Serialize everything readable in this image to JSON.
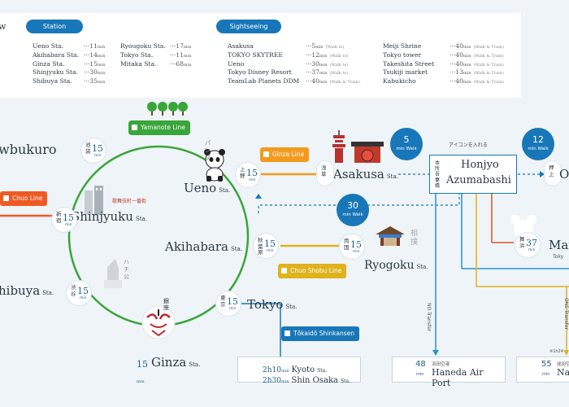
{
  "legend": {
    "w_fragment": "w",
    "station_pill": "Station",
    "sightseeing_pill": "Sightseeing",
    "station_rows": [
      {
        "name": "Ueno Sta.",
        "time": "11",
        "unit": "min"
      },
      {
        "name": "Akihabara Sta.",
        "time": "14",
        "unit": "min"
      },
      {
        "name": "Ginza Sta.",
        "time": "15",
        "unit": "min"
      },
      {
        "name": "Shinjyuku Sta.",
        "time": "30",
        "unit": "min"
      },
      {
        "name": "Shibuya Sta.",
        "time": "35",
        "unit": "min"
      },
      {
        "name": "Ryougoku Sta.",
        "time": "17",
        "unit": "min"
      },
      {
        "name": "Tokyo Sta.",
        "time": "11",
        "unit": "min"
      },
      {
        "name": "Mitaka Sta.",
        "time": "68",
        "unit": "min"
      }
    ],
    "sight_rows": [
      {
        "name": "Asakusa",
        "time": "5",
        "unit": "min",
        "mode": "(Walk to)"
      },
      {
        "name": "TOKYO SKYTREE",
        "time": "12",
        "unit": "min",
        "mode": "(Walk to)"
      },
      {
        "name": "Ueno",
        "time": "30",
        "unit": "min",
        "mode": "(Walk to)"
      },
      {
        "name": "Tokyo Disney Resort",
        "time": "37",
        "unit": "min",
        "mode": "(Walk to)"
      },
      {
        "name": "TeamLab Planets DDM",
        "time": "40",
        "unit": "min",
        "mode": "(Walk & Train)"
      },
      {
        "name": "Meiji Shrine",
        "time": "40",
        "unit": "min",
        "mode": "(Walk & Train)"
      },
      {
        "name": "Tokyo tower",
        "time": "40",
        "unit": "min",
        "mode": "(Walk & Train)"
      },
      {
        "name": "Takeshita Street",
        "time": "40",
        "unit": "min",
        "mode": "(Walk & Train)"
      },
      {
        "name": "Tsukiji market",
        "time": "13",
        "unit": "min",
        "mode": "(Walk & Train)"
      },
      {
        "name": "Kabukicho",
        "time": "40",
        "unit": "min",
        "mode": "(Walk & Train)"
      }
    ]
  },
  "lines": {
    "yamanote": "Yamanote Line",
    "ginza": "Ginza Line",
    "chuo": "Chuo Line",
    "chuo_shobu": "Chuo Shobu Line",
    "tokaido": "Tōkaidō Shinkansen"
  },
  "stations": {
    "ikebukuro": "wbukuro",
    "shinjyuku": "Shinjyuku",
    "shibuya": "hibuya",
    "ueno": "Ueno",
    "akihabara": "Akihabara",
    "tokyo": "Tokyo",
    "ginza": "Ginza",
    "asakusa": "Asakusa",
    "ryogoku": "Ryogoku",
    "sta_suffix": "Sta."
  },
  "times": {
    "ikebukuro": {
      "kanji": "池袋",
      "num": "15",
      "unit": "min"
    },
    "shinjyuku": {
      "kanji": "新宿",
      "num": "15",
      "unit": "min"
    },
    "shibuya": {
      "kanji": "渋谷",
      "num": "15",
      "unit": "min"
    },
    "ueno": {
      "kanji": "上野",
      "num": "15",
      "unit": "min"
    },
    "akihabara": {
      "kanji": "秋葉原",
      "num": "15",
      "unit": "min"
    },
    "tokyo": {
      "kanji": "東京",
      "num": "15",
      "unit": "min"
    },
    "ginza": {
      "num": "15",
      "unit": "min"
    },
    "ryogoku": {
      "kanji": "両国",
      "num": "15",
      "unit": "min"
    },
    "asakusa": {
      "kanji": "浅草"
    },
    "oshiage": {
      "kanji": "押上"
    },
    "maihama": {
      "kanji": "舞浜",
      "num": "37",
      "unit": "min"
    }
  },
  "walks": {
    "asakusa": {
      "num": "5",
      "text": "min Walk"
    },
    "oshiage": {
      "num": "12",
      "text": "min Walk"
    },
    "ueno": {
      "num": "30",
      "text": "min Walk"
    }
  },
  "labels": {
    "panda": "パンダ",
    "kabuki": "歌舞伎町一番街",
    "hachiko": "ハチ公",
    "ginza_kanji": "銀座",
    "sumo": "相撲",
    "icon_note": "アイコンを入れる",
    "hotel_kanji": "本所吾妻橋",
    "hotel_line1": "Honjyo",
    "hotel_line2": "Azumabashi",
    "oshiage_name": "O",
    "maihama_name": "Mai",
    "maihama_sub": "Toky",
    "no_transfer": "NO Transfer",
    "one_transfer": "ONE Transfer",
    "haneda_kanji": "羽田空港",
    "haneda_num": "48",
    "haneda_unit": "min",
    "haneda_name": "Haneda Air Port",
    "narita_kanji": "成田空",
    "narita_num": "55",
    "narita_unit": "min",
    "narita_name": "Nar",
    "narita_note": "※1h24",
    "kyoto_time": "2h10",
    "kyoto_unit": "min",
    "kyoto_name": "Kyoto",
    "osaka_time": "2h30",
    "osaka_unit": "min",
    "osaka_name": "Shin Osaka"
  },
  "colors": {
    "yamanote": "#3aa53a",
    "ginza": "#f39a1e",
    "chuo": "#ef5a24",
    "chuo_shobu": "#e0b21c",
    "tokaido": "#1877b8",
    "asakusa_line": "#2d8ec9",
    "keiyo": "#d9542a",
    "accent": "#1877b8"
  }
}
